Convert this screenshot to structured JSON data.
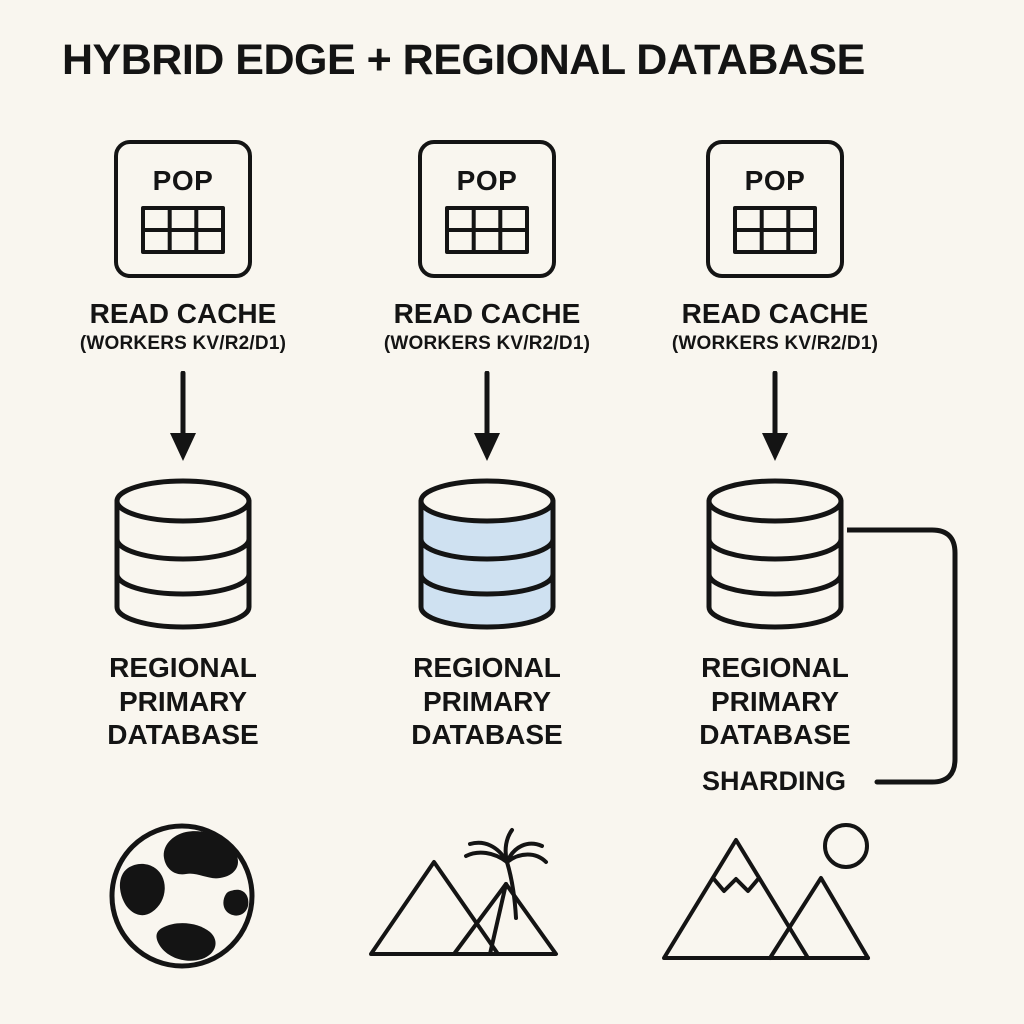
{
  "title": "HYBRID EDGE + REGIONAL DATABASE",
  "colors": {
    "background": "#f9f6ef",
    "ink": "#141414",
    "cache_fill": "#cfe1f1"
  },
  "columns": [
    {
      "pop_label": "POP",
      "cache_title": "READ CACHE",
      "cache_subtitle": "(WORKERS KV/R2/D1)",
      "db_lines": [
        "REGIONAL",
        "PRIMARY",
        "DATABASE"
      ],
      "db_highlighted": false,
      "region_icon": "globe-icon"
    },
    {
      "pop_label": "POP",
      "cache_title": "READ CACHE",
      "cache_subtitle": "(WORKERS KV/R2/D1)",
      "db_lines": [
        "REGIONAL",
        "PRIMARY",
        "DATABASE"
      ],
      "db_highlighted": true,
      "region_icon": "pyramids-icon"
    },
    {
      "pop_label": "POP",
      "cache_title": "READ CACHE",
      "cache_subtitle": "(WORKERS KV/R2/D1)",
      "db_lines": [
        "REGIONAL",
        "PRIMARY",
        "DATABASE"
      ],
      "db_highlighted": false,
      "region_icon": "mountains-icon"
    }
  ],
  "sharding_label": "SHARDING"
}
